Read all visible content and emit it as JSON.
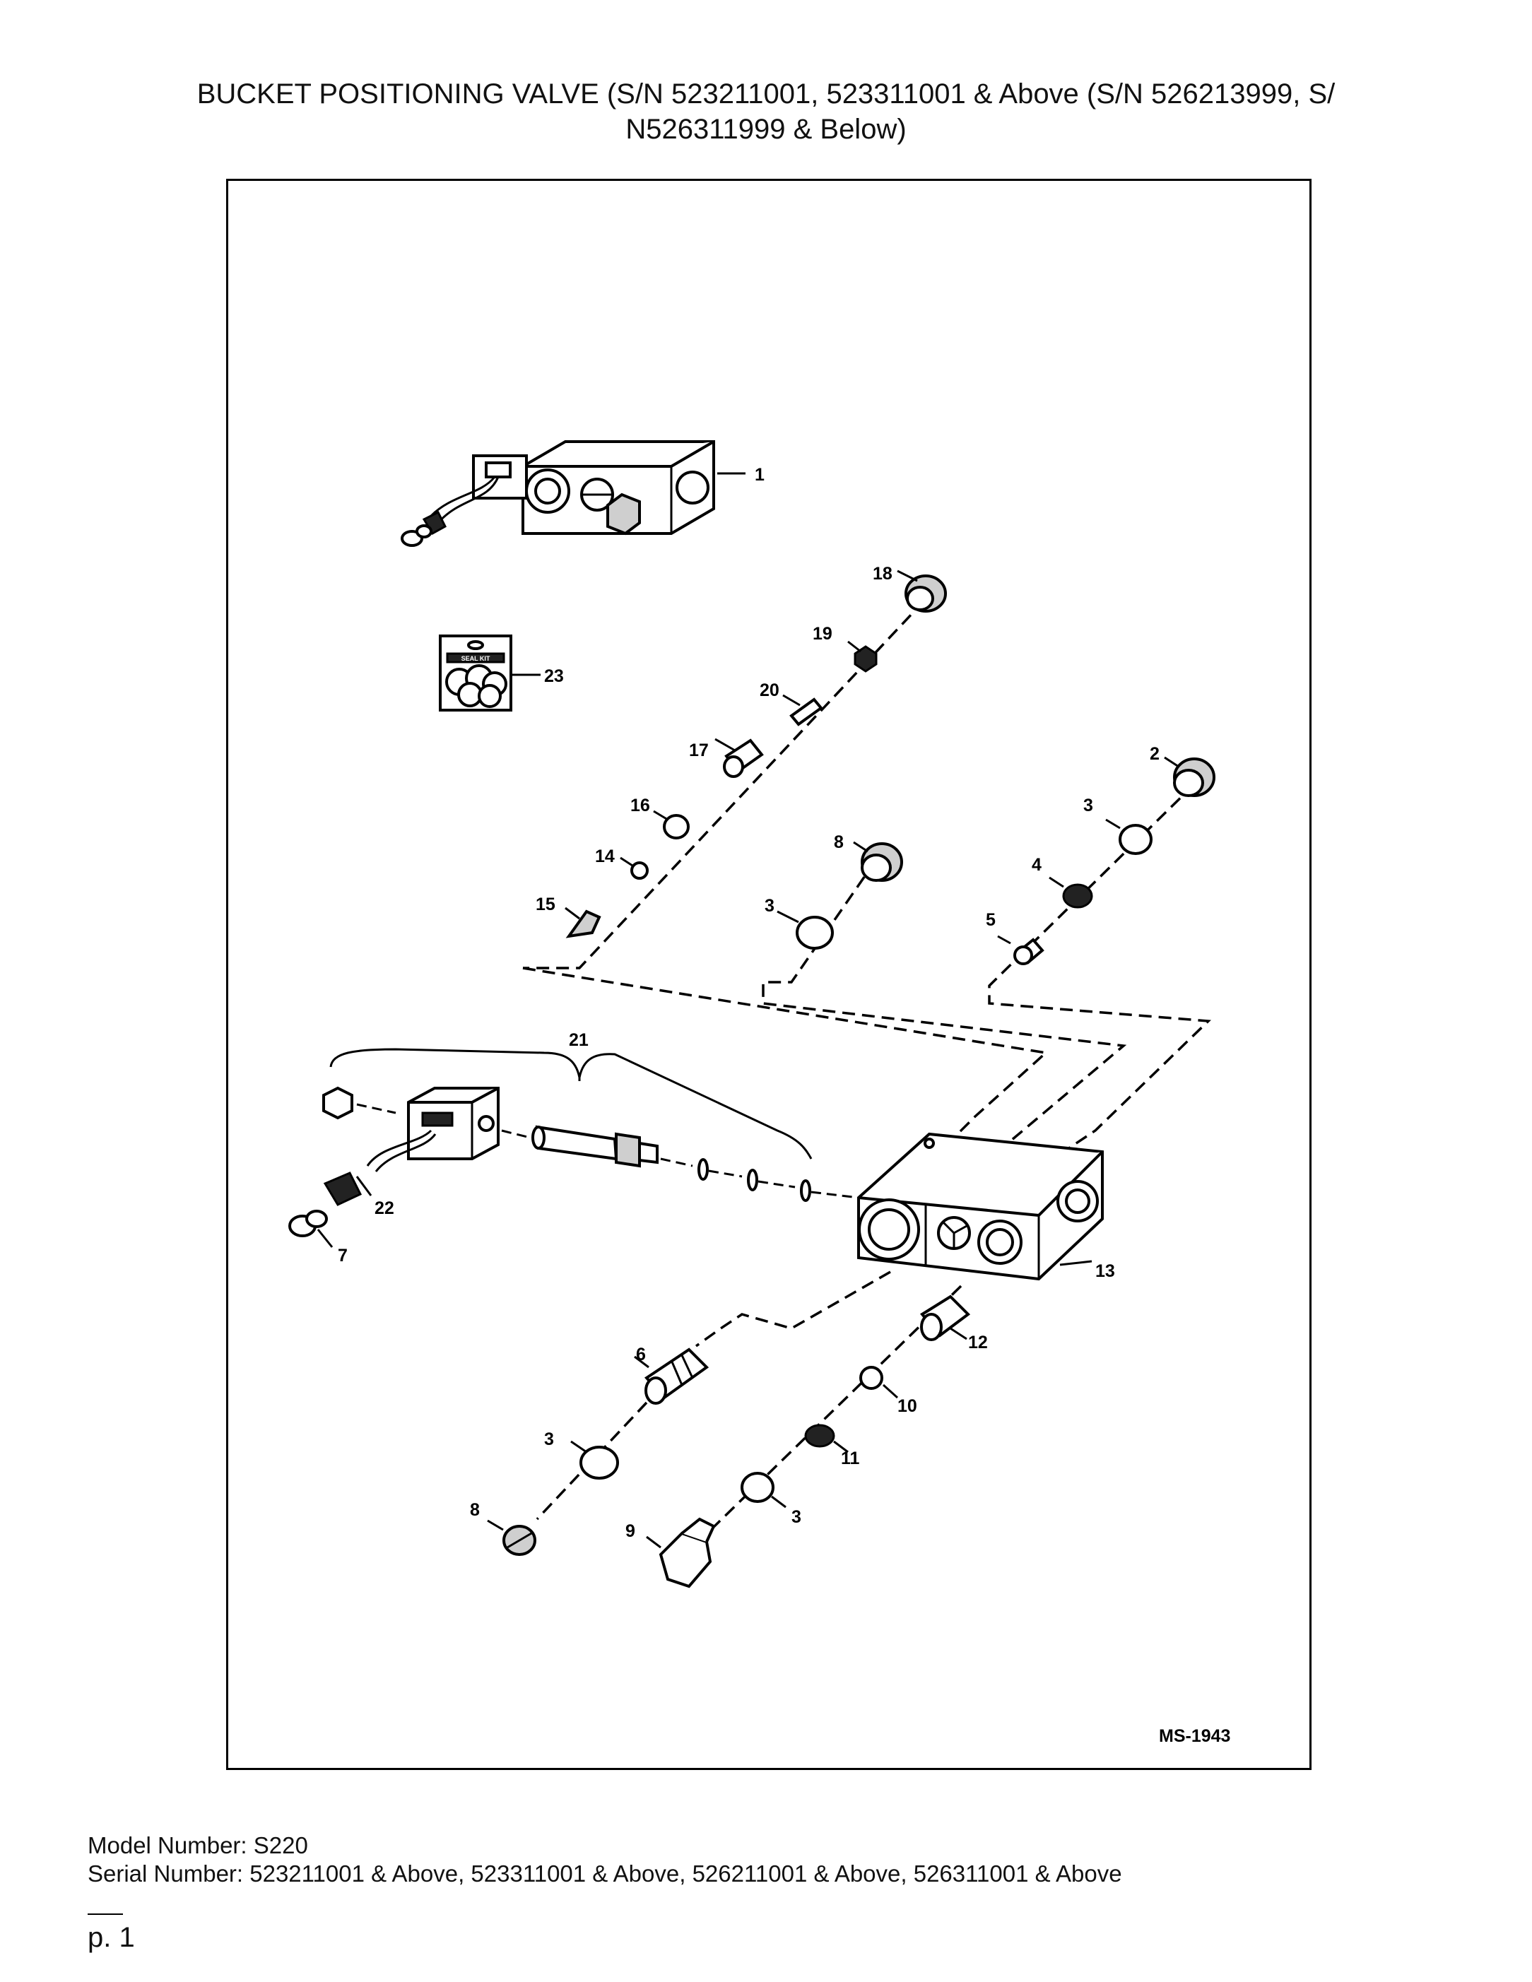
{
  "header": {
    "title_line1": "BUCKET POSITIONING VALVE (S/N 523211001, 523311001 & Above (S/N 526213999, S/",
    "title_line2": "N526311999 & Below)"
  },
  "diagram": {
    "drawing_id": "MS-1943",
    "callouts": {
      "c1": "1",
      "c2": "2",
      "c3a": "3",
      "c3b": "3",
      "c3c": "3",
      "c3d": "3",
      "c4": "4",
      "c5": "5",
      "c6": "6",
      "c7": "7",
      "c8a": "8",
      "c8b": "8",
      "c9": "9",
      "c10": "10",
      "c11": "11",
      "c12": "12",
      "c13": "13",
      "c14": "14",
      "c15": "15",
      "c16": "16",
      "c17": "17",
      "c18": "18",
      "c19": "19",
      "c20": "20",
      "c21": "21",
      "c22": "22",
      "c23": "23"
    },
    "seal_kit_label": "SEAL KIT"
  },
  "footer": {
    "model": "Model Number: S220",
    "serial": "Serial Number: 523211001 & Above, 523311001 & Above, 526211001 & Above, 526311001 & Above",
    "page": "p. 1"
  }
}
